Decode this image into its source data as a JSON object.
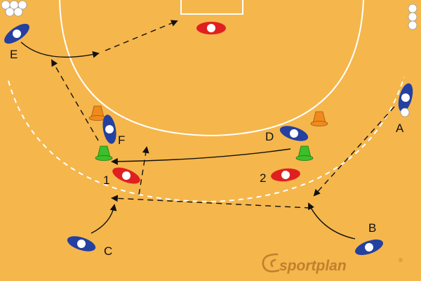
{
  "diagram": {
    "players": [
      {
        "id": "E",
        "label": "E",
        "team": "attack"
      },
      {
        "id": "F",
        "label": "F",
        "team": "attack"
      },
      {
        "id": "D",
        "label": "D",
        "team": "attack"
      },
      {
        "id": "A",
        "label": "A",
        "team": "attack"
      },
      {
        "id": "B",
        "label": "B",
        "team": "attack"
      },
      {
        "id": "C",
        "label": "C",
        "team": "attack"
      },
      {
        "id": "def1",
        "label": "1",
        "team": "defence"
      },
      {
        "id": "def2",
        "label": "2",
        "team": "defence"
      },
      {
        "id": "goalkeeper",
        "label": "",
        "team": "defence"
      }
    ],
    "cones": [
      {
        "id": "cone-left-orange",
        "color": "#f08a1c"
      },
      {
        "id": "cone-right-orange",
        "color": "#f08a1c"
      },
      {
        "id": "cone-left-green",
        "color": "#3bbf2a"
      },
      {
        "id": "cone-right-green",
        "color": "#3bbf2a"
      }
    ],
    "colors": {
      "court": "#f5b64c",
      "attack": "#2440a0",
      "defence": "#e02020",
      "lines": "#ffffff",
      "arrows": "#111111"
    }
  },
  "brand": {
    "name": "sportplan",
    "registered": "®",
    "color": "#c0802e"
  }
}
